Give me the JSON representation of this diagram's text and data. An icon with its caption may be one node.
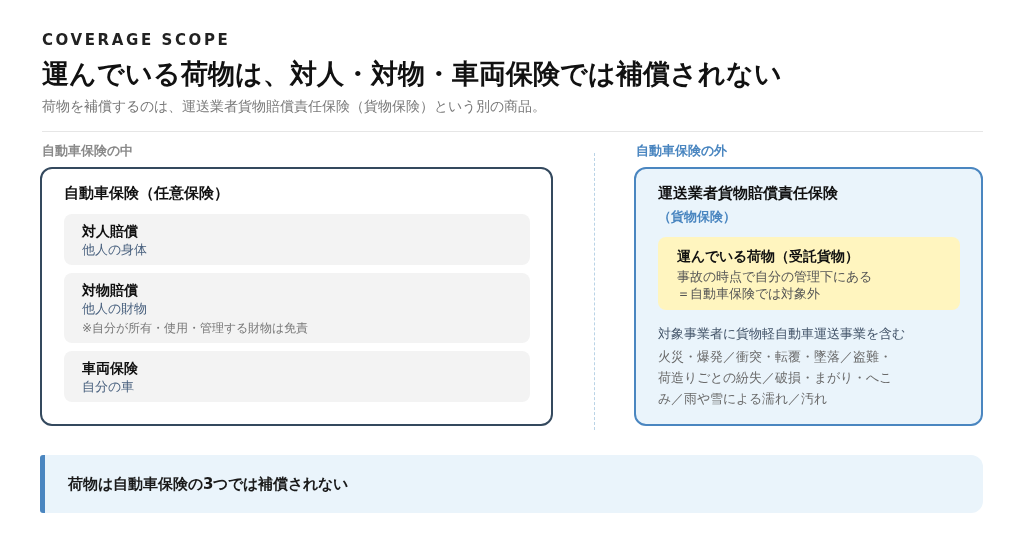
{
  "diagram": {
    "title": "運んでいる荷物は、対人・対物・車両保険では補償されない",
    "nodes": [
      {
        "text": [
          "自動車保険の中",
          "自動車保険（任意保険）"
        ]
      },
      {
        "text": [
          "対人賠償",
          "他人の身体"
        ],
        "in": 0
      },
      {
        "text": [
          "対物賠償",
          "他人の財物",
          "※自分が所有・使用・管理する財物は免責"
        ],
        "in": 0
      },
      {
        "text": [
          "車両保険",
          "自分の車"
        ],
        "in": 0
      },
      {
        "text": [
          "自動車保険の外",
          "運送業者貨物賠償責任保険",
          "（貨物保険）",
          "対象事業者に貨物軽自動車運送事業を含む",
          "火災・爆発／衝突・転覆・墜落／盗難・荷造りごとの紛失／破損・まがり・へこみ／雨や雪による濡れ／汚れ"
        ]
      },
      {
        "text": [
          "運んでいる荷物（受託貨物）",
          "事故の時点で自分の管理下にある",
          "＝自動車保険では対象外"
        ],
        "in": 4
      },
      {
        "text": [
          "荷物は自動車保険の3つでは補償されない"
        ]
      }
    ],
    "labels": [
      "COVERAGE SCOPE",
      "荷物を補償するのは、運送業者貨物賠償責任保険（貨物保険）という別の商品。"
    ]
  }
}
